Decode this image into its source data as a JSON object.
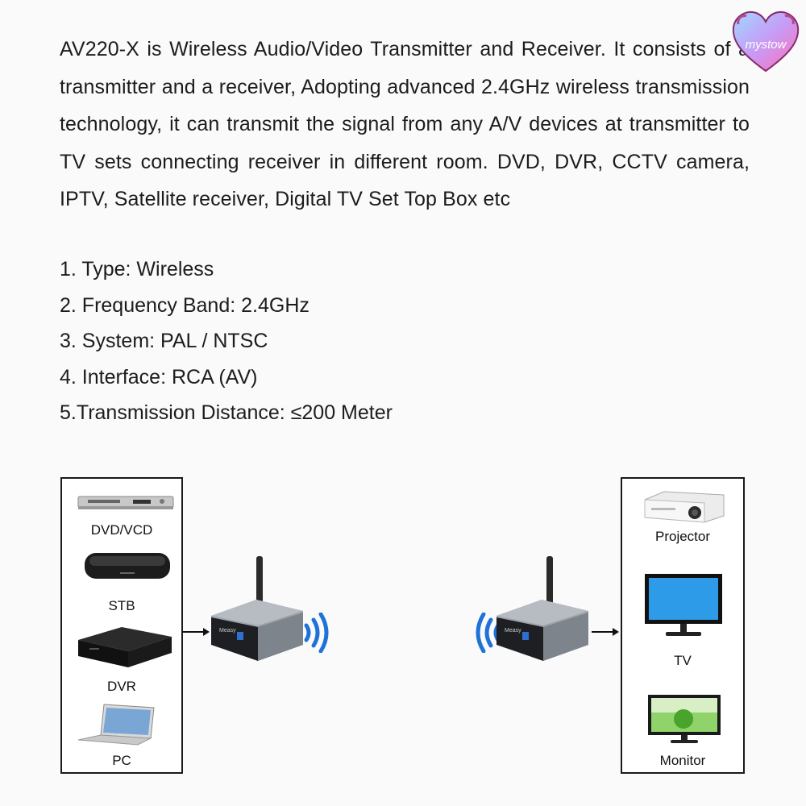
{
  "intro_text": "AV220-X is Wireless Audio/Video Transmitter and Receiver. It consists of a transmitter and a receiver, Adopting advanced 2.4GHz wireless transmission technology, it can transmit the signal from any A/V devices at transmitter to TV sets connecting receiver in different room. DVD, DVR, CCTV camera, IPTV, Satellite receiver, Digital TV Set Top Box etc",
  "specs": [
    "1. Type: Wireless",
    "2. Frequency Band: 2.4GHz",
    "3. System: PAL / NTSC",
    "4. Interface: RCA (AV)",
    "5.Transmission Distance: ≤200 Meter"
  ],
  "brand_logo": "mystow",
  "diagram": {
    "sources": [
      "DVD/VCD",
      "STB",
      "DVR",
      "PC"
    ],
    "destinations": [
      "Projector",
      "TV",
      "Monitor"
    ]
  },
  "icons": [
    "heart-logo-icon",
    "dvd-player-icon",
    "set-top-box-icon",
    "dvr-icon",
    "laptop-icon",
    "projector-icon",
    "tv-icon",
    "monitor-icon",
    "transmitter-icon",
    "receiver-icon",
    "wireless-signal-icon",
    "arrow-right-icon"
  ]
}
